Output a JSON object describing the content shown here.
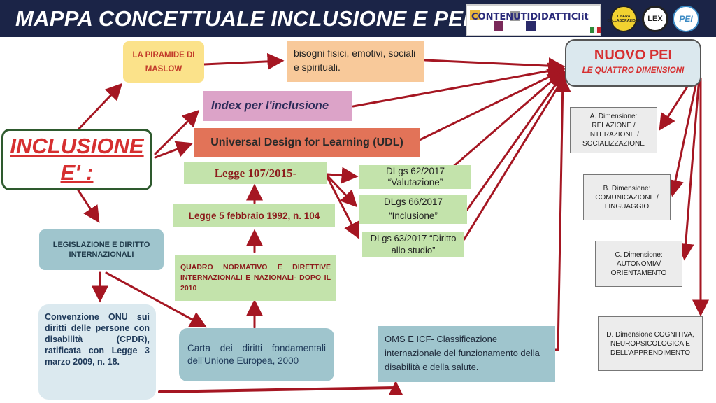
{
  "header": {
    "title": "MAPPA CONCETTUALE INCLUSIONE E PEI",
    "logo_text": "CONTENUTIDIDATTICIit",
    "badge1": "LIBERA COLLABORAZIONE",
    "badge2": "LEX",
    "badge3": "PEI"
  },
  "nodes": {
    "inclusione": "INCLUSIONE E' :",
    "maslow": "LA PIRAMIDE DI MASLOW",
    "bisogni": "bisogni fisici, emotivi, sociali e spirituali.",
    "index": "Index per l'inclusione",
    "udl": "Universal Design for Learning (UDL)",
    "legge107": "Legge 107/2015-",
    "legge104": "Legge 5 febbraio 1992, n. 104",
    "quadro": "QUADRO NORMATIVO E DIRETTIVE INTERNAZIONALI E NAZIONALI- DOPO IL 2010",
    "dlgs62": "DLgs 62/2017 “Valutazione”",
    "dlgs66": "DLgs 66/2017 “Inclusione”",
    "dlgs63": "DLgs 63/2017 “Diritto allo studio”",
    "legislazione": "LEGISLAZIONE E DIRITTO INTERNAZIONALI",
    "convenzione": "Convenzione ONU sui diritti delle persone con disabilità (CPDR), ratificata con Legge 3 marzo 2009, n. 18.",
    "carta": "Carta dei diritti fondamentali dell’Unione Europea, 2000",
    "oms": "OMS E ICF- Classificazione internazionale del funzionamento della disabilità e della salute.",
    "pei_title": "NUOVO PEI",
    "pei_sub": "LE QUATTRO DIMENSIONI",
    "dimA": "A. Dimensione: RELAZIONE / INTERAZIONE / SOCIALIZZAZIONE",
    "dimB": "B. Dimensione: COMUNICAZIONE / LINGUAGGIO",
    "dimC": "C. Dimensione: AUTONOMIA/ ORIENTAMENTO",
    "dimD": "D. Dimensione COGNITIVA, NEUROPSICOLOGICA E DELL'APPRENDIMENTO"
  },
  "colors": {
    "header_bg": "#1b2447",
    "arrow": "#a51622",
    "maslow_bg": "#fbe28a",
    "bisogni_bg": "#f8c99a",
    "index_bg": "#dca3c8",
    "udl_bg": "#e27358",
    "green_bg": "#c3e3ab",
    "teal_bg": "#9fc5cd",
    "light_teal_bg": "#dbe9ef",
    "pei_bg": "#dbe8ee"
  }
}
